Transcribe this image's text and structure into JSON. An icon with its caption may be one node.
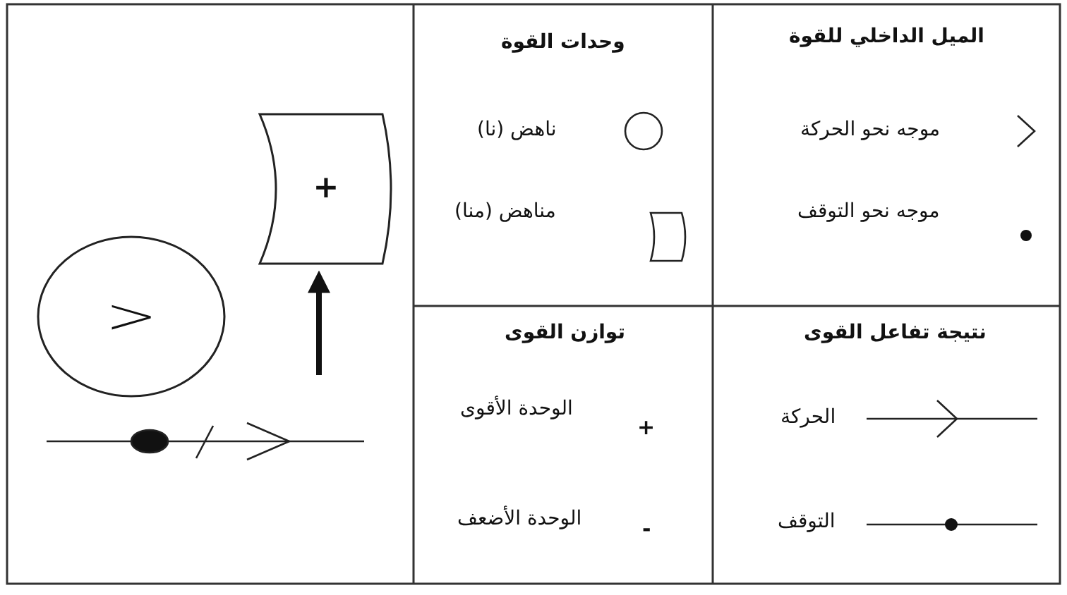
{
  "diagram": {
    "nodes": [
      {
        "text": [
          ">"
        ]
      },
      {
        "text": [
          "+"
        ]
      }
    ],
    "edges": [
      {
        "from": null,
        "to": 1,
        "arrow": "to"
      }
    ],
    "labels": [
      "الميل الداخلي للقوة",
      "وحدات القوة",
      "موجه نحو الحركة",
      "ناهض (نا)",
      "موجه نحو التوقف",
      "مناهض (منا)",
      "نتيجة تفاعل القوى",
      "توازن القوى",
      "الحركة",
      "الوحدة الأقوى",
      "+",
      "التوقف",
      "الوحدة الأضعف",
      "-"
    ]
  }
}
